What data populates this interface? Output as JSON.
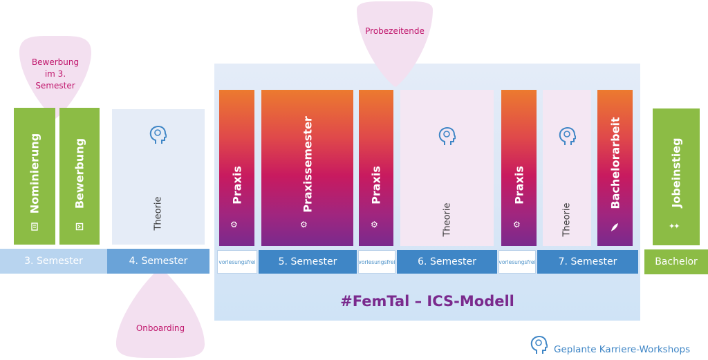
{
  "bubbles": {
    "top_left": "Bewerbung im 3. Semester",
    "top_center": "Probezeitende",
    "bottom": "Onboarding"
  },
  "columns": {
    "nominierung": "Nominierung",
    "bewerbung": "Bewerbung",
    "theorie1": "Theorie",
    "praxis1": "Praxis",
    "praxissemester": "Praxissemester",
    "praxis2": "Praxis",
    "theorie2": "Theorie",
    "praxis3": "Praxis",
    "theorie3": "Theorie",
    "bachelorarbeit": "Bachelorarbeit",
    "jobeinstieg": "Jobeinstieg"
  },
  "bars": {
    "sem3": "3. Semester",
    "sem4": "4. Semester",
    "vf1": "vorlesungsfrei",
    "sem5": "5. Semester",
    "vf2": "vorlesungsfrei",
    "sem6": "6. Semester",
    "vf3": "vorlesungsfrei",
    "sem7": "7. Semester",
    "bachelor": "Bachelor"
  },
  "model_title": "#FemTal – ICS-Modell",
  "legend": {
    "label": "Geplante Karriere-Workshops",
    "icon": "head-brain-icon"
  },
  "colors": {
    "green": "#8cbc45",
    "magenta": "#c0166c",
    "purple": "#7a2a8d",
    "blue_dark": "#3f86c6",
    "blue_mid": "#6aa3d8",
    "blue_light": "#b8d4ef",
    "pale_blue": "#e5ecf7",
    "pale_pink": "#f4e7f3"
  }
}
